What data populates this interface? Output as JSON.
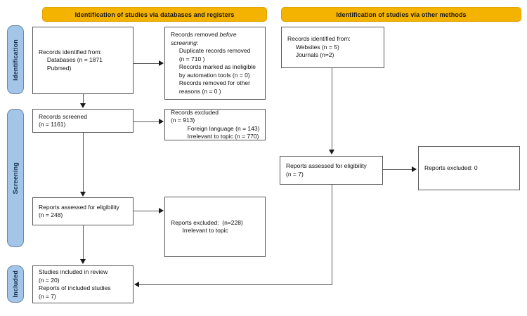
{
  "diagram": {
    "title": "PRISMA 2020 flow diagram",
    "type": "flowchart",
    "colors": {
      "banner_fill": "#f5b301",
      "stage_fill": "#a3c5e8",
      "box_border": "#595959",
      "connector": "#595959"
    }
  },
  "banners": [
    {
      "id": "banner-databases",
      "label": "Identification of studies via databases and registers"
    },
    {
      "id": "banner-other",
      "label": "Identification of studies via other methods"
    }
  ],
  "stages": [
    {
      "id": "stage-identification",
      "label": "Identification"
    },
    {
      "id": "stage-screening",
      "label": "Screening"
    },
    {
      "id": "stage-included",
      "label": "Included"
    }
  ],
  "boxes": {
    "records_identified": {
      "id": "box-records-identified",
      "lines": [
        "Records identified from:",
        "     Databases (n = 1871",
        "     Pubmed)"
      ],
      "text": "Records identified from:\n     Databases (n = 1871\n     Pubmed)"
    },
    "records_removed": {
      "id": "box-records-removed",
      "lead": "Records removed ",
      "lead_italic": "before",
      "lead_italic2": "screening",
      "rest": "Records removed before screening:\n     Duplicate records removed\n     (n = 710 )\n     Records marked as ineligible\n     by automation tools (n = 0)\n     Records removed for other\n     reasons (n = 0 )",
      "segments": {
        "l1a": "Records removed ",
        "l1b": "before",
        "l2a": "screening",
        "l2b": ":",
        "body": "     Duplicate records removed\n     (n = 710 )\n     Records marked as ineligible\n     by automation tools (n = 0)\n     Records removed for other\n     reasons (n = 0 )"
      }
    },
    "records_screened": {
      "id": "box-records-screened",
      "text": "Records screened\n(n = 1161)"
    },
    "records_excluded": {
      "id": "box-records-excluded",
      "text": "Records excluded\n(n = 913)\n          Foreign language (n = 143)\n          Irrelevant to topic (n = 770)"
    },
    "reports_assessed": {
      "id": "box-reports-assessed",
      "text": "Reports assessed for eligibility\n(n = 248)"
    },
    "reports_excluded_228": {
      "id": "box-reports-excluded-228",
      "text": "Reports excluded:  (n=228)\n       Irrelevant to topic"
    },
    "studies_included": {
      "id": "box-studies-included",
      "text": "Studies included in review\n(n = 20)\nReports of included studies\n(n = 7)"
    },
    "records_identified_other": {
      "id": "box-records-identified-other",
      "text": "Records identified from:\n     Websites (n = 5)\n     Journals (n=2)"
    },
    "reports_assessed_other": {
      "id": "box-reports-assessed-other",
      "text": "Reports assessed for eligibility\n(n = 7)"
    },
    "reports_excluded_zero": {
      "id": "box-reports-excluded-zero",
      "text": "Reports excluded: 0"
    }
  },
  "chart_data": {
    "type": "flowchart",
    "title": "PRISMA 2020 flow diagram",
    "nodes": [
      {
        "id": "records_identified",
        "stage": "Identification",
        "column": "databases",
        "label": "Records identified from: Databases (n = 1871 Pubmed)",
        "n": 1871
      },
      {
        "id": "records_removed",
        "stage": "Identification",
        "column": "databases",
        "label": "Records removed before screening",
        "duplicates_removed": 710,
        "marked_ineligible_automation": 0,
        "removed_other_reasons": 0
      },
      {
        "id": "records_screened",
        "stage": "Screening",
        "column": "databases",
        "label": "Records screened",
        "n": 1161
      },
      {
        "id": "records_excluded",
        "stage": "Screening",
        "column": "databases",
        "label": "Records excluded",
        "n": 913,
        "foreign_language": 143,
        "irrelevant_to_topic": 770
      },
      {
        "id": "reports_assessed",
        "stage": "Screening",
        "column": "databases",
        "label": "Reports assessed for eligibility",
        "n": 248
      },
      {
        "id": "reports_excluded_228",
        "stage": "Screening",
        "column": "databases",
        "label": "Reports excluded: irrelevant to topic",
        "n": 228
      },
      {
        "id": "studies_included",
        "stage": "Included",
        "column": "databases",
        "label": "Studies included in review",
        "studies_n": 20,
        "reports_n": 7
      },
      {
        "id": "records_identified_other",
        "stage": "Identification",
        "column": "other",
        "label": "Records identified from: Websites, Journals",
        "websites": 5,
        "journals": 2
      },
      {
        "id": "reports_assessed_other",
        "stage": "Screening",
        "column": "other",
        "label": "Reports assessed for eligibility",
        "n": 7
      },
      {
        "id": "reports_excluded_zero",
        "stage": "Screening",
        "column": "other",
        "label": "Reports excluded",
        "n": 0
      }
    ],
    "edges": [
      {
        "from": "records_identified",
        "to": "records_removed",
        "direction": "right"
      },
      {
        "from": "records_identified",
        "to": "records_screened",
        "direction": "down"
      },
      {
        "from": "records_screened",
        "to": "records_excluded",
        "direction": "right"
      },
      {
        "from": "records_screened",
        "to": "reports_assessed",
        "direction": "down"
      },
      {
        "from": "reports_assessed",
        "to": "reports_excluded_228",
        "direction": "right"
      },
      {
        "from": "reports_assessed",
        "to": "studies_included",
        "direction": "down"
      },
      {
        "from": "records_identified_other",
        "to": "reports_assessed_other",
        "direction": "down"
      },
      {
        "from": "reports_assessed_other",
        "to": "reports_excluded_zero",
        "direction": "right"
      },
      {
        "from": "reports_assessed_other",
        "to": "studies_included",
        "direction": "left"
      }
    ]
  }
}
